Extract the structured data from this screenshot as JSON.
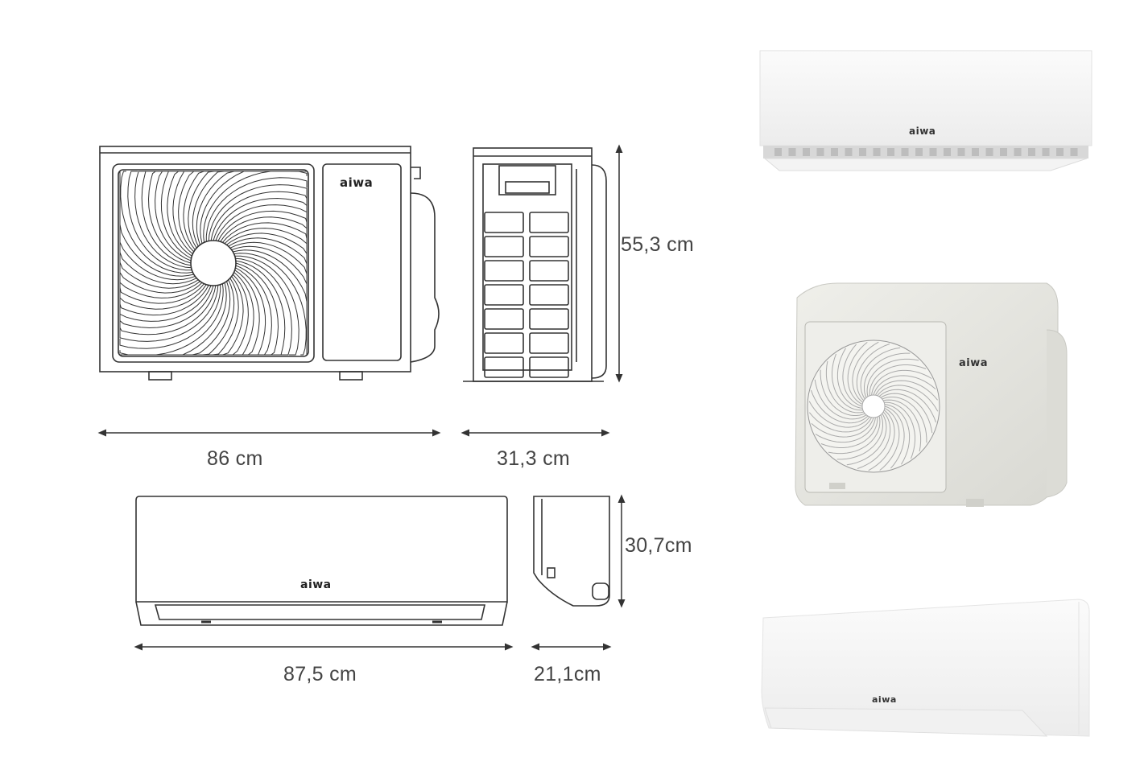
{
  "brand": "aiwa",
  "dimensions": {
    "outdoor_height": "55,3 cm",
    "outdoor_width": "86 cm",
    "outdoor_depth": "31,3 cm",
    "indoor_height": "30,7cm",
    "indoor_width": "87,5 cm",
    "indoor_depth": "21,1cm"
  },
  "colors": {
    "line": "#333333",
    "label": "#444444",
    "outdoor_body": "#e6e6e1"
  }
}
